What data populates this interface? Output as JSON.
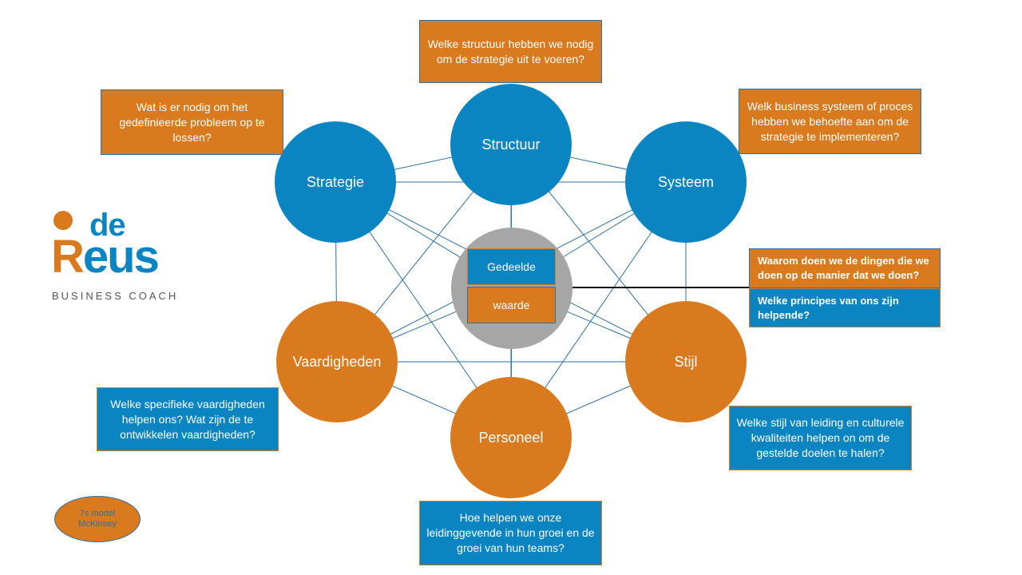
{
  "logo": {
    "top": "de",
    "word_r": "R",
    "word_rest": "eus",
    "subtitle": "BUSINESS COACH"
  },
  "nodes": {
    "structuur": "Structuur",
    "strategie": "Strategie",
    "systeem": "Systeem",
    "vaardigheden": "Vaardigheden",
    "stijl": "Stijl",
    "personeel": "Personeel"
  },
  "center": {
    "top": "Gedeelde",
    "bottom": "waarde"
  },
  "questions": {
    "structuur": "Welke structuur hebben we nodig om de strategie uit te voeren?",
    "strategie": "Wat is er nodig om het gedefinieerde probleem op te lossen?",
    "systeem": "Welk business systeem of proces hebben we behoefte aan om de strategie te implementeren?",
    "vaardigheden": "Welke specifieke vaardigheden helpen ons? Wat zijn de te ontwikkelen vaardigheden?",
    "stijl": "Welke stijl van leiding en culturele kwaliteiten helpen on om de gestelde doelen te halen?",
    "personeel": "Hoe helpen we onze leidinggevende in hun groei en de groei van hun teams?"
  },
  "values_box": {
    "line1": "Waarom doen we de dingen die we doen op de manier dat we doen?",
    "line2": "Welke principes van ons zijn helpende?"
  },
  "badge": {
    "line1": "7s model",
    "line2": "McKinsey"
  },
  "colors": {
    "blue": "#0a85c2",
    "orange": "#d97a1f",
    "grey": "#a6a6a6",
    "line": "#2e6fa3"
  }
}
